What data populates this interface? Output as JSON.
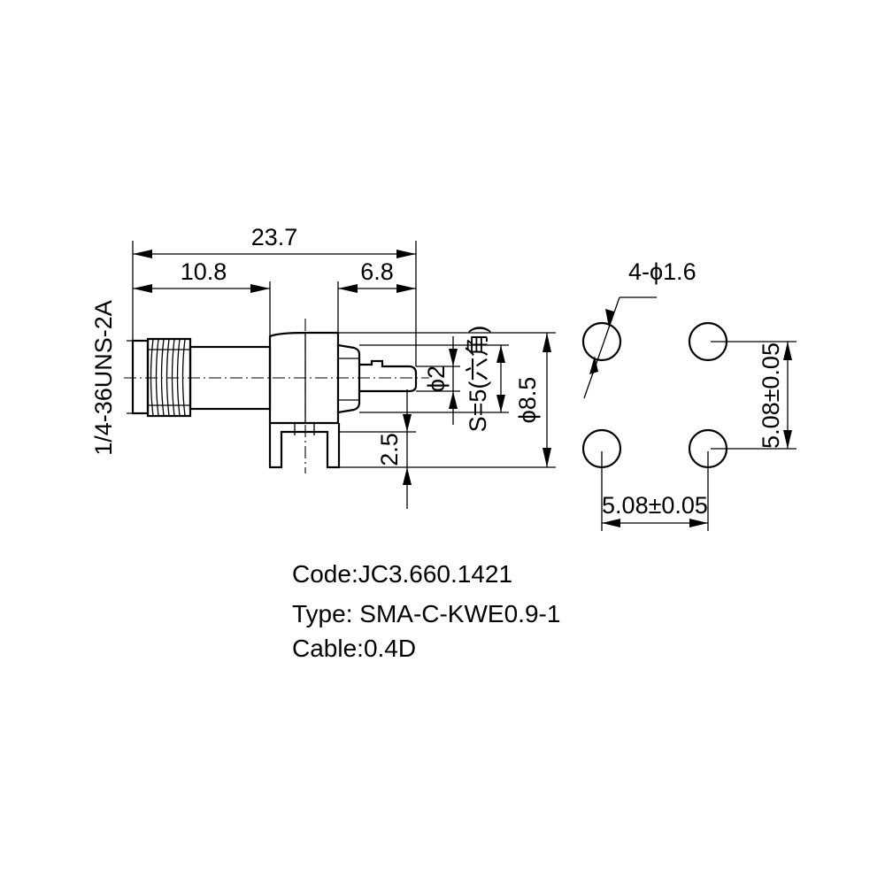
{
  "dimensions": {
    "overall_length": "23.7",
    "thread_length": "10.8",
    "rear_length": "6.8",
    "thread_spec": "1/4-36UNS-2A",
    "pin_diameter": "ϕ2",
    "hex_size": "S=5(六角)",
    "body_diameter": "ϕ8.5",
    "leg_height": "2.5",
    "hole_count_diameter": "4-ϕ1.6",
    "hole_pitch_vertical": "5.08±0.05",
    "hole_pitch_horizontal": "5.08±0.05"
  },
  "info": {
    "code": "Code:JC3.660.1421",
    "type": "Type: SMA-C-KWE0.9-1",
    "cable": "Cable:0.4D"
  }
}
